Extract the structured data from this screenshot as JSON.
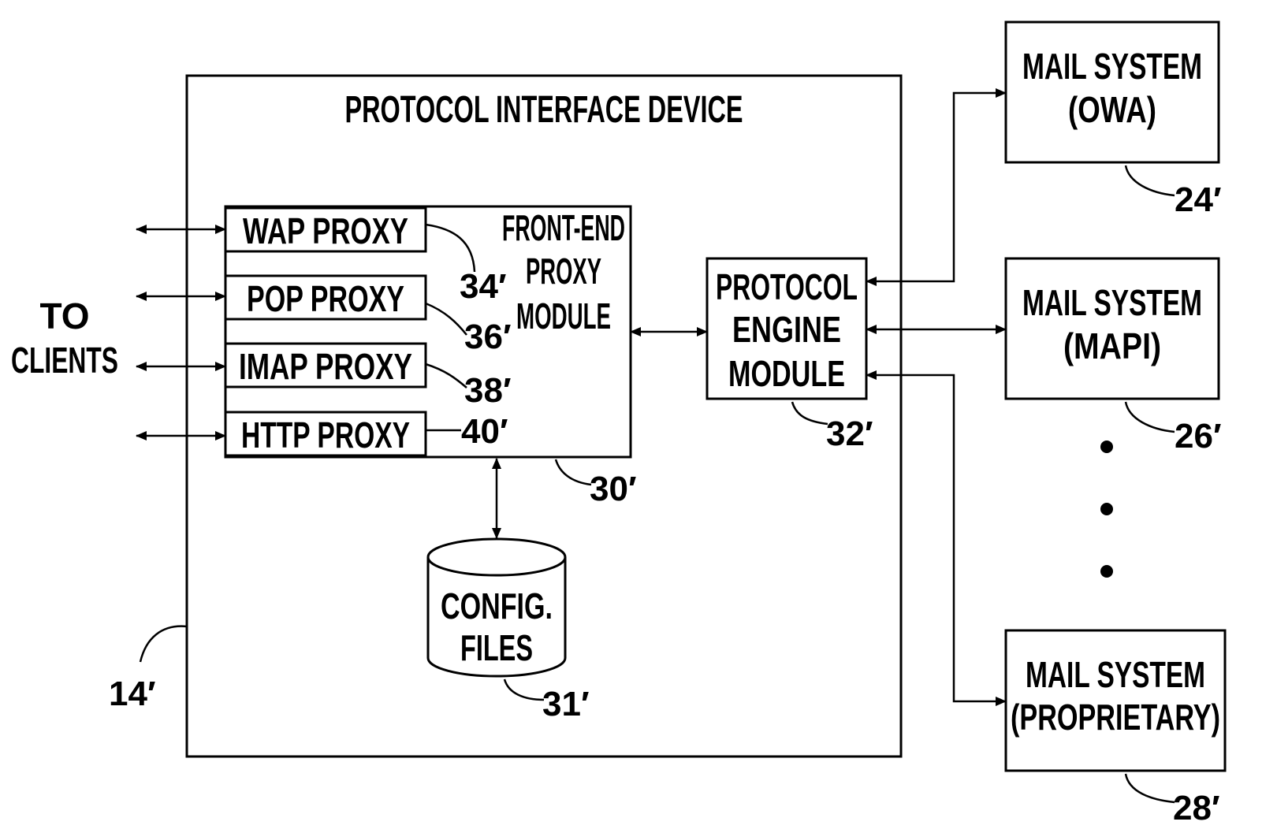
{
  "device": {
    "title": "PROTOCOL INTERFACE DEVICE",
    "ref": "14′"
  },
  "clients": {
    "line1": "TO",
    "line2": "CLIENTS"
  },
  "front_end": {
    "line1": "FRONT-END",
    "line2": "PROXY",
    "line3": "MODULE",
    "ref": "30′"
  },
  "proxies": [
    {
      "label": "WAP PROXY",
      "ref": "34′"
    },
    {
      "label": "POP PROXY",
      "ref": "36′"
    },
    {
      "label": "IMAP PROXY",
      "ref": "38′"
    },
    {
      "label": "HTTP PROXY",
      "ref": "40′"
    }
  ],
  "config": {
    "line1": "CONFIG.",
    "line2": "FILES",
    "ref": "31′"
  },
  "engine": {
    "line1": "PROTOCOL",
    "line2": "ENGINE",
    "line3": "MODULE",
    "ref": "32′"
  },
  "mail_systems": [
    {
      "line1": "MAIL SYSTEM",
      "line2": "(OWA)",
      "ref": "24′"
    },
    {
      "line1": "MAIL SYSTEM",
      "line2": "(MAPI)",
      "ref": "26′"
    },
    {
      "line1": "MAIL SYSTEM",
      "line2": "(PROPRIETARY)",
      "ref": "28′"
    }
  ]
}
